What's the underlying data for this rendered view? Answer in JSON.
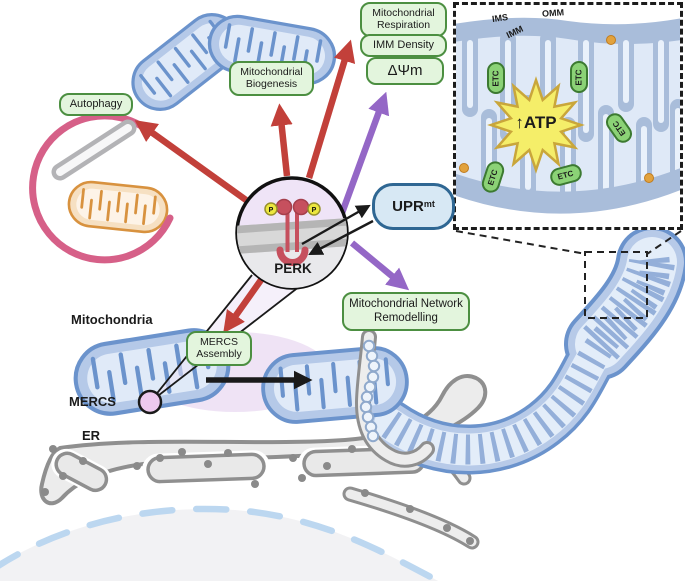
{
  "colors": {
    "arrow_red": "#c2403a",
    "arrow_purple": "#9467c6",
    "arrow_black": "#1a1a1a",
    "green_box_fill": "#e3f5dd",
    "green_box_border": "#4c8f41",
    "upr_fill": "#d7e8f4",
    "upr_border": "#2f6793",
    "mito_membrane": "#6b93cc",
    "mito_matrix": "#e0eaf8",
    "er_gray": "#8f8f8f",
    "mercs_glow": "#ead9f2",
    "atp_star": "#f5ee69"
  },
  "labels": {
    "autophagy": "Autophagy",
    "biogenesis": "Mitochondrial Biogenesis",
    "respiration": "Mitochondrial Respiration",
    "imm_density": "IMM Density",
    "membrane_potential": "ΔΨm",
    "upr_base": "UPR",
    "upr_sup": "mt",
    "perk": "PERK",
    "mercs_assembly": "MERCS Assembly",
    "network_remodelling": "Mitochondrial Network Remodelling",
    "mitochondria": "Mitochondria",
    "mercs": "MERCS",
    "er": "ER"
  },
  "inset": {
    "ims": "IMS",
    "imm": "IMM",
    "omm": "OMM",
    "etc": "ETC",
    "atp_arrow": "↑",
    "atp": "ATP"
  }
}
